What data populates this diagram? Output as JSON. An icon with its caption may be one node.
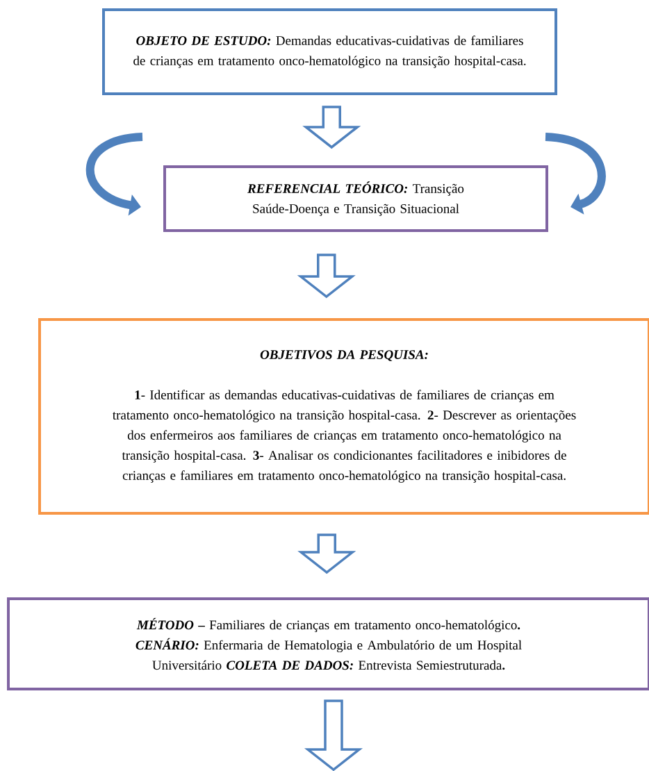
{
  "diagram": {
    "nodes": [
      {
        "text": [
          "*OBJETO DE ESTUDO:* Demandas educativas-cuidativas de familiares de crianças em tratamento onco-hematológico na transição hospital-casa."
        ]
      },
      {
        "text": [
          "*REFERENCIAL TEÓRICO:* Transição Saúde-Doença e Transição Situacional"
        ]
      },
      {
        "text": [
          "*OBJETIVOS DA PESQUISA:*",
          "**1**- Identificar as demandas educativas-cuidativas de familiares de crianças em tratamento onco-hematológico na transição hospital-casa. **2**- Descrever as orientações dos enfermeiros aos familiares de crianças em tratamento onco-hematológico na transição hospital-casa. **3**- Analisar os condicionantes facilitadores e inibidores de crianças e familiares em tratamento onco-hematológico na transição hospital-casa."
        ]
      },
      {
        "text": [
          "*MÉTODO* **–** Familiares de crianças em tratamento onco-hematológico**.** *CENÁRIO:* Enfermaria de Hematologia e Ambulatório de um Hospital Universitário *COLETA DE DADOS:* Entrevista Semiestruturada**.**"
        ]
      }
    ],
    "edges": [
      {
        "from": 0,
        "to": 1,
        "arrow": "to"
      },
      {
        "from": null,
        "to": 1,
        "arrow": "to"
      },
      {
        "from": null,
        "to": 1,
        "arrow": "to"
      },
      {
        "from": 1,
        "to": 2,
        "arrow": "to"
      },
      {
        "from": 2,
        "to": 3,
        "arrow": "to"
      },
      {
        "from": 3,
        "to": null,
        "arrow": "to"
      }
    ]
  }
}
